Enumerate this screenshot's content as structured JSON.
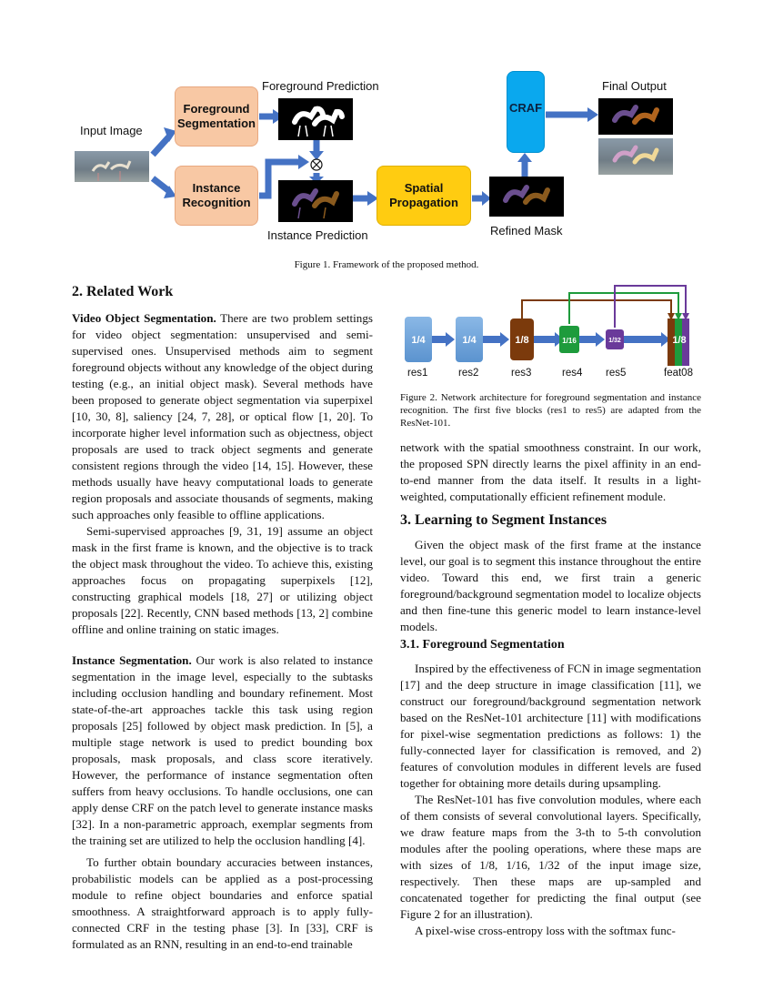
{
  "figure1": {
    "labels": {
      "input_image": "Input Image",
      "foreground_prediction": "Foreground Prediction",
      "instance_prediction": "Instance Prediction",
      "refined_mask": "Refined Mask",
      "final_output": "Final Output"
    },
    "boxes": {
      "foreground_segmentation": "Foreground Segmentation",
      "instance_recognition": "Instance Recognition",
      "spatial_propagation": "Spatial Propagation",
      "craf": "CRAF"
    },
    "operator": "⊗",
    "caption": "Figure 1. Framework of the proposed method.",
    "colors": {
      "arrow": "#4472c4",
      "box_peach": "#f8c8a4",
      "box_yellow": "#ffcc11",
      "box_blue": "#0aa8ee"
    }
  },
  "figure2": {
    "blocks": [
      {
        "label": "1/4",
        "name": "res1",
        "color": "#6fa6dc"
      },
      {
        "label": "1/4",
        "name": "res2",
        "color": "#6fa6dc"
      },
      {
        "label": "1/8",
        "name": "res3",
        "color": "#7b3a0c"
      },
      {
        "label": "1/16",
        "name": "res4",
        "color": "#1e9b3c"
      },
      {
        "label": "1/32",
        "name": "res5",
        "color": "#6a3a9a"
      }
    ],
    "output": {
      "label": "1/8",
      "name": "feat08"
    },
    "caption": "Figure 2. Network architecture for foreground segmentation and instance recognition. The first five blocks (res1 to res5) are adapted from the ResNet-101."
  },
  "left": {
    "section_title": "2. Related Work",
    "vos_runin": "Video Object Segmentation.",
    "vos_text": " There are two problem settings for video object segmentation: unsupervised and semi-supervised ones. Unsupervised methods aim to segment foreground objects without any knowledge of the object during testing (e.g., an initial object mask). Several methods have been proposed to generate object segmentation via superpixel [10, 30, 8], saliency [24, 7, 28], or optical flow [1, 20]. To incorporate higher level information such as objectness, object proposals are used to track object segments and generate consistent regions through the video [14, 15]. However, these methods usually have heavy computational loads to generate region proposals and associate thousands of segments, making such approaches only feasible to offline applications.",
    "semi_text": "Semi-supervised approaches [9, 31, 19] assume an object mask in the first frame is known, and the objective is to track the object mask throughout the video. To achieve this, existing approaches focus on propagating superpixels [12], constructing graphical models [18, 27] or utilizing object proposals [22]. Recently, CNN based methods [13, 2] combine offline and online training on static images.",
    "is_runin": "Instance Segmentation.",
    "is_text": " Our work is also related to instance segmentation in the image level, especially to the subtasks including occlusion handling and boundary refinement. Most state-of-the-art approaches tackle this task using region proposals [25] followed by object mask prediction. In [5], a multiple stage network is used to predict bounding box proposals, mask proposals, and class score iteratively. However, the performance of instance segmentation often suffers from heavy occlusions. To handle occlusions, one can apply dense CRF on the patch level to generate instance masks [32]. In a non-parametric approach, exemplar segments from the training set are utilized to help the occlusion handling [4].",
    "boundary_text": "To further obtain boundary accuracies between instances, probabilistic models can be applied as a post-processing module to refine object boundaries and enforce spatial smoothness. A straightforward approach is to apply fully-connected CRF in the testing phase [3]. In [33], CRF is formulated as an RNN, resulting in an end-to-end trainable"
  },
  "right": {
    "cont_text": "network with the spatial smoothness constraint. In our work, the proposed SPN directly learns the pixel affinity in an end-to-end manner from the data itself. It results in a light-weighted, computationally efficient refinement module.",
    "section_title": "3. Learning to Segment Instances",
    "intro_text": "Given the object mask of the first frame at the instance level, our goal is to segment this instance throughout the entire video. Toward this end, we first train a generic foreground/background segmentation model to localize objects and then fine-tune this generic model to learn instance-level models.",
    "subsection_title": "3.1. Foreground Segmentation",
    "fcn_text": "Inspired by the effectiveness of FCN in image segmentation [17] and the deep structure in image classification [11], we construct our foreground/background segmentation network based on the ResNet-101 architecture [11] with modifications for pixel-wise segmentation predictions as follows: 1) the fully-connected layer for classification is removed, and 2) features of convolution modules in different levels are fused together for obtaining more details during upsampling.",
    "resnet_text": "The ResNet-101 has five convolution modules, where each of them consists of several convolutional layers. Specifically, we draw feature maps from the 3-th to 5-th convolution modules after the pooling operations, where these maps are with sizes of 1/8, 1/16, 1/32 of the input image size, respectively. Then these maps are up-sampled and concatenated together for predicting the final output (see Figure 2 for an illustration).",
    "loss_text": "A pixel-wise cross-entropy loss with the softmax func-"
  }
}
